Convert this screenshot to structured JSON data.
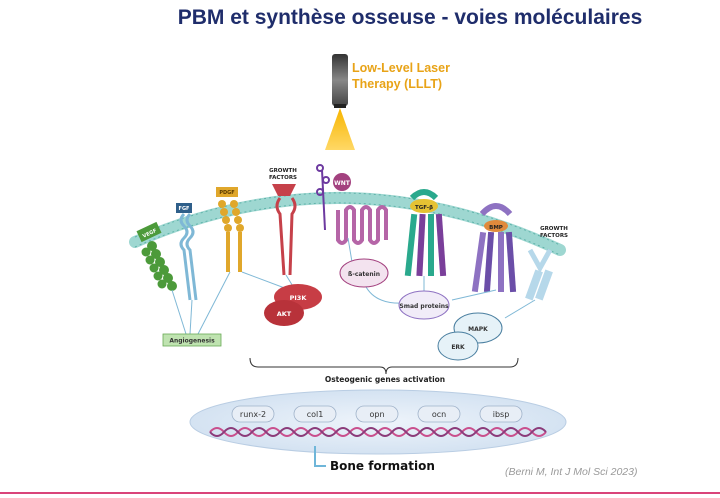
{
  "slide": {
    "title": "PBM et synthèse osseuse - voies moléculaires",
    "citation": "(Berni M, Int J Mol Sci 2023)"
  },
  "laser": {
    "label_line1": "Low-Level Laser",
    "label_line2": "Therapy (LLLT)"
  },
  "receptors": {
    "vegf": "VEGF",
    "fgf": "FGF",
    "pdgf": "PDGF",
    "growth_factors_left_1": "GROWTH",
    "growth_factors_left_2": "FACTORS",
    "wnt": "WNT",
    "tgf": "TGF-β",
    "bmp": "BMP",
    "growth_factors_right_1": "GROWTH",
    "growth_factors_right_2": "FACTORS"
  },
  "signaling": {
    "pi3k": "PI3K",
    "akt": "AKT",
    "beta_catenin": "ß-catenin",
    "smad": "Smad proteins",
    "mapk": "MAPK",
    "erk": "ERK",
    "angiogenesis": "Angiogenesis"
  },
  "genes": {
    "heading": "Osteogenic genes activation",
    "items": [
      "runx-2",
      "col1",
      "opn",
      "ocn",
      "ibsp"
    ]
  },
  "outcome": {
    "label": "Bone formation"
  },
  "colors": {
    "title": "#1f2d6b",
    "laser_label": "#e8a317",
    "membrane": "#9ed7d1",
    "vegf": "#4c9a3a",
    "fgf": "#7fb8d6",
    "pdgf": "#e0a72b",
    "growth_left": "#c6414a",
    "wnt": "#a3417f",
    "frizzled": "#b565a7",
    "tgf": "#2aa98d",
    "bmp": "#8e72c2",
    "pi3k_akt": "#c73d45",
    "nucleus": "#dce8f5",
    "accent_line": "#d9447a"
  }
}
